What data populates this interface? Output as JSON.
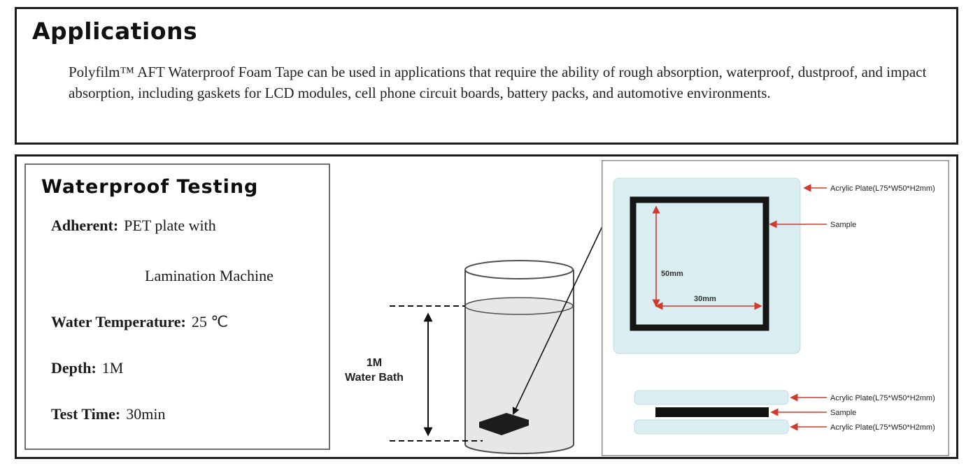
{
  "applications": {
    "title": "Applications",
    "body": "Polyfilm™ AFT Waterproof Foam Tape can be used in applications that require the ability of rough absorption, waterproof, dustproof, and impact absorption, including gaskets for LCD modules, cell phone circuit boards, battery packs, and automotive environments."
  },
  "testing": {
    "title": "Waterproof Testing",
    "adherent_label": "Adherent:",
    "adherent_value": "PET plate with",
    "adherent_value_cont": "Lamination Machine",
    "water_temp_label": "Water Temperature:",
    "water_temp_value": "25 ℃",
    "depth_label": "Depth:",
    "depth_value": "1M",
    "time_label": "Test Time:",
    "time_value": "30min"
  },
  "bath": {
    "line1": "1M",
    "line2": "Water Bath"
  },
  "plate_top": {
    "acrylic_label": "Acrylic Plate(L75*W50*H2mm)",
    "sample_label": "Sample",
    "height": "50mm",
    "width": "30mm"
  },
  "plate_side": {
    "acrylic_top": "Acrylic Plate(L75*W50*H2mm)",
    "sample": "Sample",
    "acrylic_bottom": "Acrylic Plate(L75*W50*H2mm)"
  },
  "colors": {
    "acrylic": "#daeef2",
    "callout_red": "#d23a2e",
    "sample_black": "#151515"
  }
}
